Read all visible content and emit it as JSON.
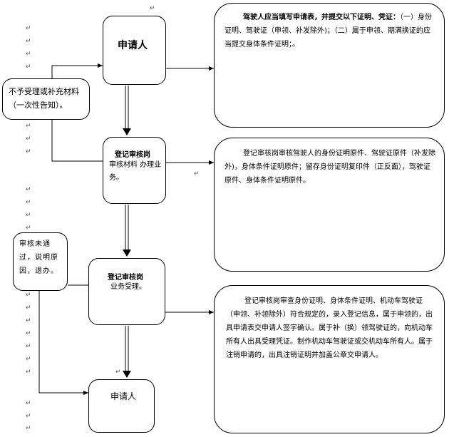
{
  "nodes": {
    "applicant_top": "申请人",
    "review_materials_title": "登记审核岗",
    "review_materials_body": "审核材料 办理业务。",
    "review_business_title": "登记审核岗",
    "review_business_body": "业务受理。",
    "applicant_bottom": "申请人",
    "reject_supplement": "不予受理或补充材料（一次性告知）。",
    "review_failed": "审核未通过，说明原因，退办。"
  },
  "notes": {
    "note1_title": "驾驶人应当填写申请表，并提交以下证明、凭证：",
    "note1_body": "（一）身份证明、驾驶证（申领、补发除外)；（二）属于申领、期满换证的应当提交身体条件证明；。",
    "note2_body": "登记审核岗审核驾驶人的身份证明原件、驾驶证原件（补发除外)，身体条件证明原件；留存身份证明复印件（正反面），驾驶证原件、身体条件证明原件。",
    "note3_body": "登记审核岗审查身份证明、身体条件证明、机动车驾驶证（申领、补领除外）符合规定的，录入登记信息，属于申领的，出具申请表交申请人签字确认。属于补（换）领驾驶证的，向机动车所有人出具受理凭证。制作机动车驾驶证或交机动车所有人。属于注销申请的，出具注销证明并加盖公章交申请人。"
  },
  "marks": {
    "paragraph_mark": "↵"
  },
  "colors": {
    "line": "#000000",
    "background": "#ffffff"
  }
}
